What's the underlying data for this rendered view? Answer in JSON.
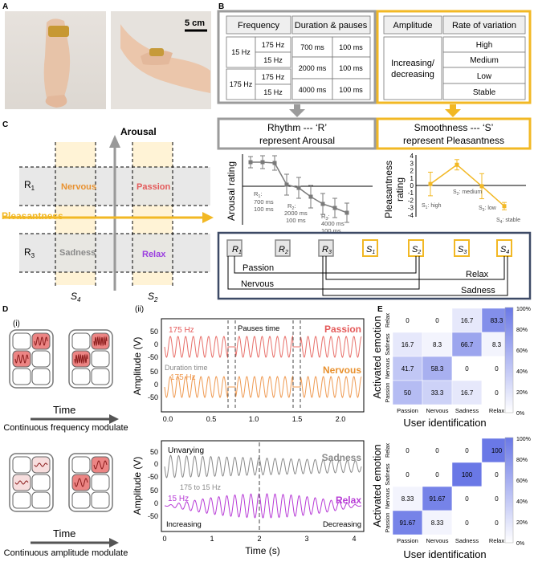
{
  "panel_letters": {
    "a": "A",
    "b": "B",
    "c": "C",
    "d": "D",
    "e": "E"
  },
  "panel_a": {
    "scale_bar": "5 cm"
  },
  "panel_b": {
    "rhythm_table": {
      "header_frequency": "Frequency",
      "header_duration": "Duration & pauses",
      "groups": [
        {
          "base": "15 Hz",
          "rows": [
            [
              "175 Hz",
              "700 ms",
              "100 ms"
            ],
            [
              "15 Hz",
              "2000 ms",
              "100 ms"
            ]
          ]
        },
        {
          "base": "175 Hz",
          "rows": [
            [
              "175 Hz",
              "2000 ms",
              "100 ms"
            ],
            [
              "15 Hz",
              "4000 ms",
              "100 ms"
            ]
          ]
        }
      ]
    },
    "smooth_table": {
      "header_amplitude": "Amplitude",
      "header_rate": "Rate of variation",
      "amplitude_value": "Increasing/ decreasing",
      "amp_line1": "Increasing/",
      "amp_line2": "decreasing",
      "rates": [
        "High",
        "Medium",
        "Low",
        "Stable"
      ]
    },
    "rhythm_box": {
      "line1": "Rhythm --- ‘R’",
      "line2": "represent Arousal"
    },
    "smooth_box": {
      "line1": "Smoothness --- ‘S’",
      "line2": "represent Pleasantness"
    },
    "mapping": {
      "r_nodes": [
        "R",
        "R",
        "R"
      ],
      "r_subs": [
        "1",
        "2",
        "3"
      ],
      "s_nodes": [
        "S",
        "S",
        "S",
        "S"
      ],
      "s_subs": [
        "1",
        "2",
        "3",
        "4"
      ],
      "pairs": [
        "Passion",
        "Relax",
        "Nervous",
        "Sadness"
      ]
    }
  },
  "panel_c": {
    "y_axis": "Arousal",
    "x_axis": "Pleasantness",
    "r_labels": [
      "R",
      "R"
    ],
    "r_subs": [
      "1",
      "3"
    ],
    "s_labels": [
      "S",
      "S"
    ],
    "s_subs": [
      "4",
      "2"
    ],
    "emotions": {
      "nervous": "Nervous",
      "passion": "Passion",
      "sadness": "Sadness",
      "relax": "Relax"
    }
  },
  "panel_d": {
    "sub_i": "(i)",
    "sub_ii": "(ii)",
    "time_label": "Time",
    "caption_freq": "Continuous frequency modulate",
    "caption_amp": "Continuous amplitude modulate",
    "top_plot": {
      "ylabel": "Amplitude (V)",
      "yticks": [
        "50",
        "0",
        "-50",
        "50",
        "0",
        "-50"
      ],
      "xticks": [
        "0.0",
        "0.5",
        "1.0",
        "1.5",
        "2.0"
      ],
      "passion": "Passion",
      "nervous": "Nervous",
      "freq_175": "175 Hz",
      "freq_175b": "175 Hz",
      "pauses": "Pauses time",
      "duration": "Duration time"
    },
    "bottom_plot": {
      "ylabel": "Amplitude (V)",
      "xlabel": "Time (s)",
      "yticks": [
        "50",
        "0",
        "-50",
        "50",
        "0",
        "-50"
      ],
      "xticks": [
        "0",
        "1",
        "2",
        "3",
        "4"
      ],
      "unvarying": "Unvarying",
      "sadness": "Sadness",
      "range": "175 to 15 Hz",
      "freq_15": "15 Hz",
      "relax": "Relax",
      "increasing": "Increasing",
      "decreasing": "Decreasing"
    }
  },
  "panel_e": {
    "ylabel": "Activated emotion",
    "xlabel": "User identification",
    "classes": [
      "Passion",
      "Nervous",
      "Sadness",
      "Relax"
    ],
    "colorbar": [
      "100%",
      "80%",
      "60%",
      "40%",
      "20%",
      "0%"
    ],
    "top_matrix": [
      [
        "0",
        "0",
        "16.7",
        "83.3"
      ],
      [
        "16.7",
        "8.3",
        "66.7",
        "8.3"
      ],
      [
        "41.7",
        "58.3",
        "0",
        "0"
      ],
      [
        "50",
        "33.3",
        "16.7",
        "0"
      ]
    ],
    "bottom_matrix": [
      [
        "0",
        "0",
        "0",
        "100"
      ],
      [
        "0",
        "0",
        "100",
        "0"
      ],
      [
        "8.33",
        "91.67",
        "0",
        "0"
      ],
      [
        "91.67",
        "8.33",
        "0",
        "0"
      ]
    ]
  },
  "chart_data": [
    {
      "type": "scatter",
      "ylabel": "Arousal rating",
      "ylim": [
        -4,
        4
      ],
      "points": [
        {
          "x": 1,
          "y": 3
        },
        {
          "x": 2,
          "y": 3
        },
        {
          "x": 3,
          "y": 2.9
        },
        {
          "x": 4,
          "y": 0.2
        },
        {
          "x": 5,
          "y": -0.2
        },
        {
          "x": 6,
          "y": -1.3
        },
        {
          "x": 7,
          "y": -2.2
        },
        {
          "x": 8,
          "y": -2.7
        },
        {
          "x": 9,
          "y": -3.3
        }
      ],
      "annotations": [
        {
          "name": "R1",
          "text": "700 ms 100 ms"
        },
        {
          "name": "R2",
          "text": "2000 ms 100 ms"
        },
        {
          "name": "R3",
          "text": "4000 ms 100 ms"
        }
      ]
    },
    {
      "type": "line",
      "ylabel": "Pleasantness rating",
      "ylim": [
        -4,
        4
      ],
      "yticks": [
        4,
        3,
        2,
        1,
        0,
        -1,
        -2,
        -3,
        -4
      ],
      "categories": [
        "S1: high",
        "S2: medium",
        "S3: low",
        "S4: stable"
      ],
      "values": [
        0.2,
        2.8,
        -0.1,
        -2.8
      ]
    },
    {
      "type": "heatmap",
      "title": "Confusion matrix (continuous frequency)",
      "categories": [
        "Passion",
        "Nervous",
        "Sadness",
        "Relax"
      ],
      "values": [
        [
          0,
          0,
          16.7,
          83.3
        ],
        [
          16.7,
          8.3,
          66.7,
          8.3
        ],
        [
          41.7,
          58.3,
          0,
          0
        ],
        [
          50,
          33.3,
          16.7,
          0
        ]
      ]
    },
    {
      "type": "heatmap",
      "title": "Confusion matrix (continuous amplitude)",
      "categories": [
        "Passion",
        "Nervous",
        "Sadness",
        "Relax"
      ],
      "values": [
        [
          0,
          0,
          0,
          100
        ],
        [
          0,
          0,
          100,
          0
        ],
        [
          8.33,
          91.67,
          0,
          0
        ],
        [
          91.67,
          8.33,
          0,
          0
        ]
      ]
    }
  ]
}
